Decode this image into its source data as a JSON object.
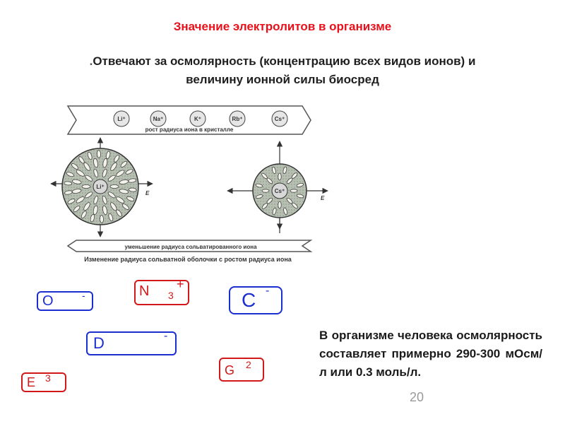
{
  "title": "Значение электролитов в  организме",
  "subtitle": {
    "bullet": ".",
    "line1": "Отвечают за осмолярность (концентрацию всех видов ионов) и",
    "line2": "величину ионной силы биосред"
  },
  "figure": {
    "ions_top": [
      "Li⁺",
      "Na⁺",
      "K⁺",
      "Rb⁺",
      "Cs⁺"
    ],
    "top_arrow_label": "рост радиуса иона в кристалле",
    "left_ion": "Li⁺",
    "right_ion": "Cs⁺",
    "axis_label": "E",
    "bottom_arrow_label": "уменьшение радиуса сольватированного иона",
    "caption": "Изменение радиуса сольватной оболочки с ростом радиуса иона"
  },
  "ions": [
    {
      "symbol": "O",
      "sub": "",
      "charge": "-",
      "color": "#1b2ed1"
    },
    {
      "symbol": "N",
      "sub": "3",
      "charge": "+",
      "color": "#d21818"
    },
    {
      "symbol": "C",
      "sub": "",
      "charge": "-",
      "color": "#1b2ed1"
    },
    {
      "symbol": "D",
      "sub": "",
      "charge": "-",
      "color": "#1b2ed1"
    },
    {
      "symbol": "E",
      "sub": "3",
      "charge": "",
      "color": "#d21818"
    },
    {
      "symbol": "G",
      "sub": "2",
      "charge": "",
      "color": "#d21818"
    }
  ],
  "body_text": "В организме человека осмолярность составляет примерно 290-300 мОсм/л или 0.3 моль/л.",
  "page_number": "20"
}
